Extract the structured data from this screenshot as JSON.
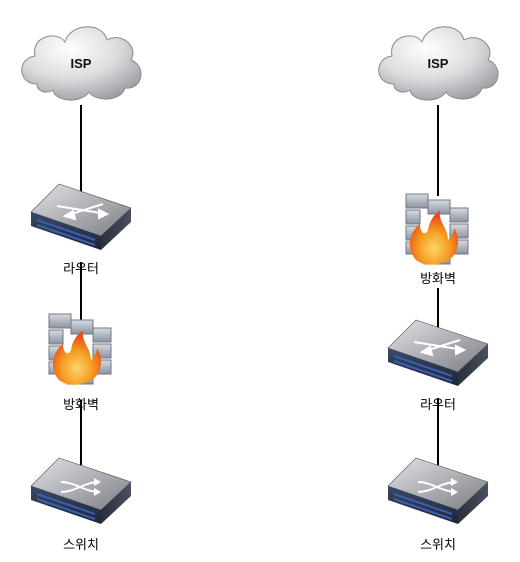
{
  "diagrams": [
    {
      "name": "left",
      "nodes": [
        {
          "type": "cloud",
          "label": "ISP"
        },
        {
          "type": "router",
          "label": "라우터"
        },
        {
          "type": "firewall",
          "label": "방화벽"
        },
        {
          "type": "switch",
          "label": "스위치"
        }
      ]
    },
    {
      "name": "right",
      "nodes": [
        {
          "type": "cloud",
          "label": "ISP"
        },
        {
          "type": "firewall",
          "label": "방화벽"
        },
        {
          "type": "router",
          "label": "라우터"
        },
        {
          "type": "switch",
          "label": "스위치"
        }
      ]
    }
  ],
  "colors": {
    "cloud_light": "#f2f2f3",
    "cloud_dark": "#a9a9ad",
    "device_top": "#c8c8cc",
    "device_front": "#2b3a55",
    "port_blue": "#3a5fb0",
    "flame_red": "#e8491d",
    "flame_orange": "#f59b1e",
    "brick": "#9aa3b0",
    "line": "#000000"
  }
}
